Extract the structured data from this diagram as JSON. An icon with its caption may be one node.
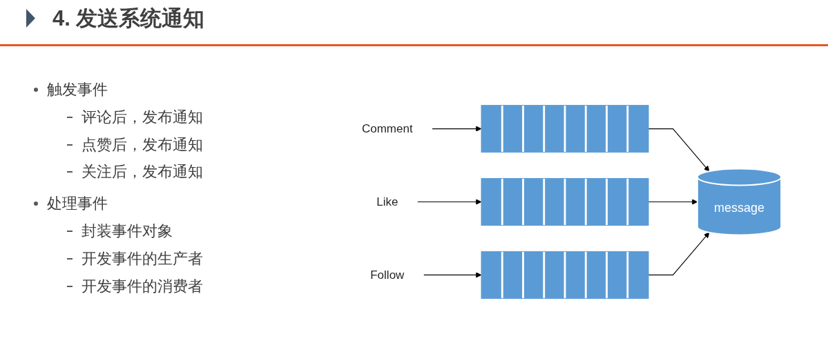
{
  "diagram": {
    "title": "4. 发送系统通知",
    "nodes": [
      {
        "text": [
          "Comment"
        ]
      },
      {
        "text": [],
        "shape": "box"
      },
      {
        "text": [
          "Like"
        ]
      },
      {
        "text": [],
        "shape": "box"
      },
      {
        "text": [
          "Follow"
        ]
      },
      {
        "text": [],
        "shape": "box"
      },
      {
        "text": [
          "message"
        ]
      }
    ],
    "edges": [
      {
        "from": 0,
        "to": 1,
        "arrow": "to"
      },
      {
        "from": 2,
        "to": 3,
        "arrow": "to"
      },
      {
        "from": 4,
        "to": 5,
        "arrow": "to"
      },
      {
        "from": 1,
        "to": 6,
        "arrow": "to"
      },
      {
        "from": 3,
        "to": 6,
        "arrow": "to"
      },
      {
        "from": 5,
        "to": 6,
        "arrow": "to"
      }
    ],
    "labels": [
      "触发事件",
      "评论后，发布通知",
      "点赞后，发布通知",
      "关注后，发布通知",
      "处理事件",
      "封装事件对象",
      "开发事件的生产者",
      "开发事件的消费者"
    ]
  }
}
